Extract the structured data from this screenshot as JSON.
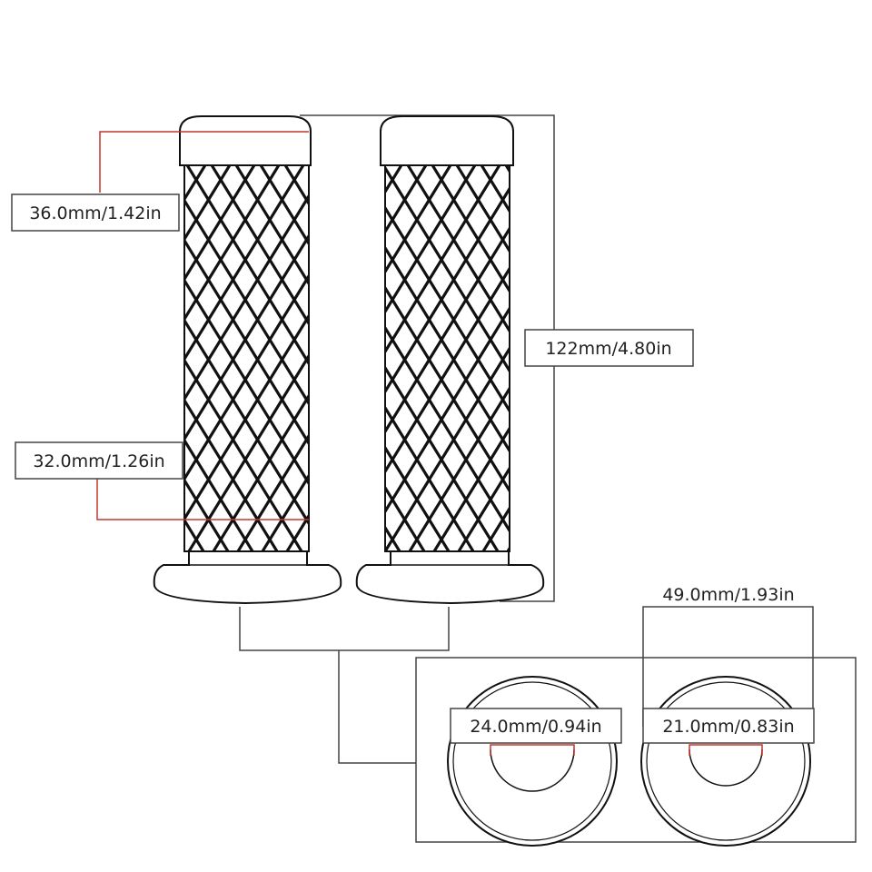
{
  "labels": {
    "grip_end_diameter": "36.0mm/1.42in",
    "grip_base_diameter": "32.0mm/1.26in",
    "grip_length": "122mm/4.80in",
    "flange_diameter": "49.0mm/1.93in",
    "inner_diameter_left": "24.0mm/0.94in",
    "inner_diameter_right": "21.0mm/0.83in"
  },
  "colors": {
    "ink": "#1a1a1a",
    "dimension_red": "#c0392b",
    "frame": "#444444"
  },
  "icons": {
    "pattern": "diamond-knurl-pattern"
  }
}
